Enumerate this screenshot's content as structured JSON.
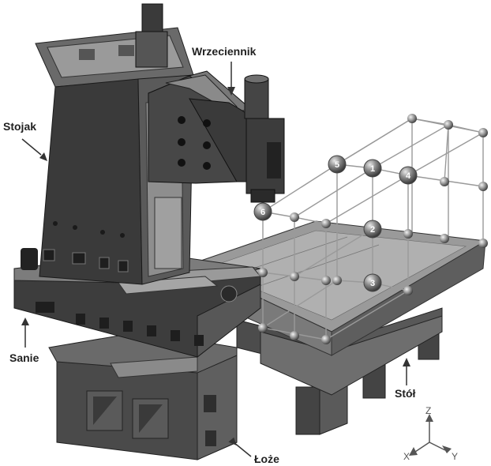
{
  "labels": {
    "spindle_head": "Wrzeciennik",
    "column": "Stojak",
    "saddle": "Sanie",
    "table": "Stół",
    "bed": "Łoże"
  },
  "points": [
    "1",
    "2",
    "3",
    "4",
    "5",
    "6"
  ],
  "axes": {
    "z": "Z",
    "x": "X",
    "y": "Y"
  }
}
